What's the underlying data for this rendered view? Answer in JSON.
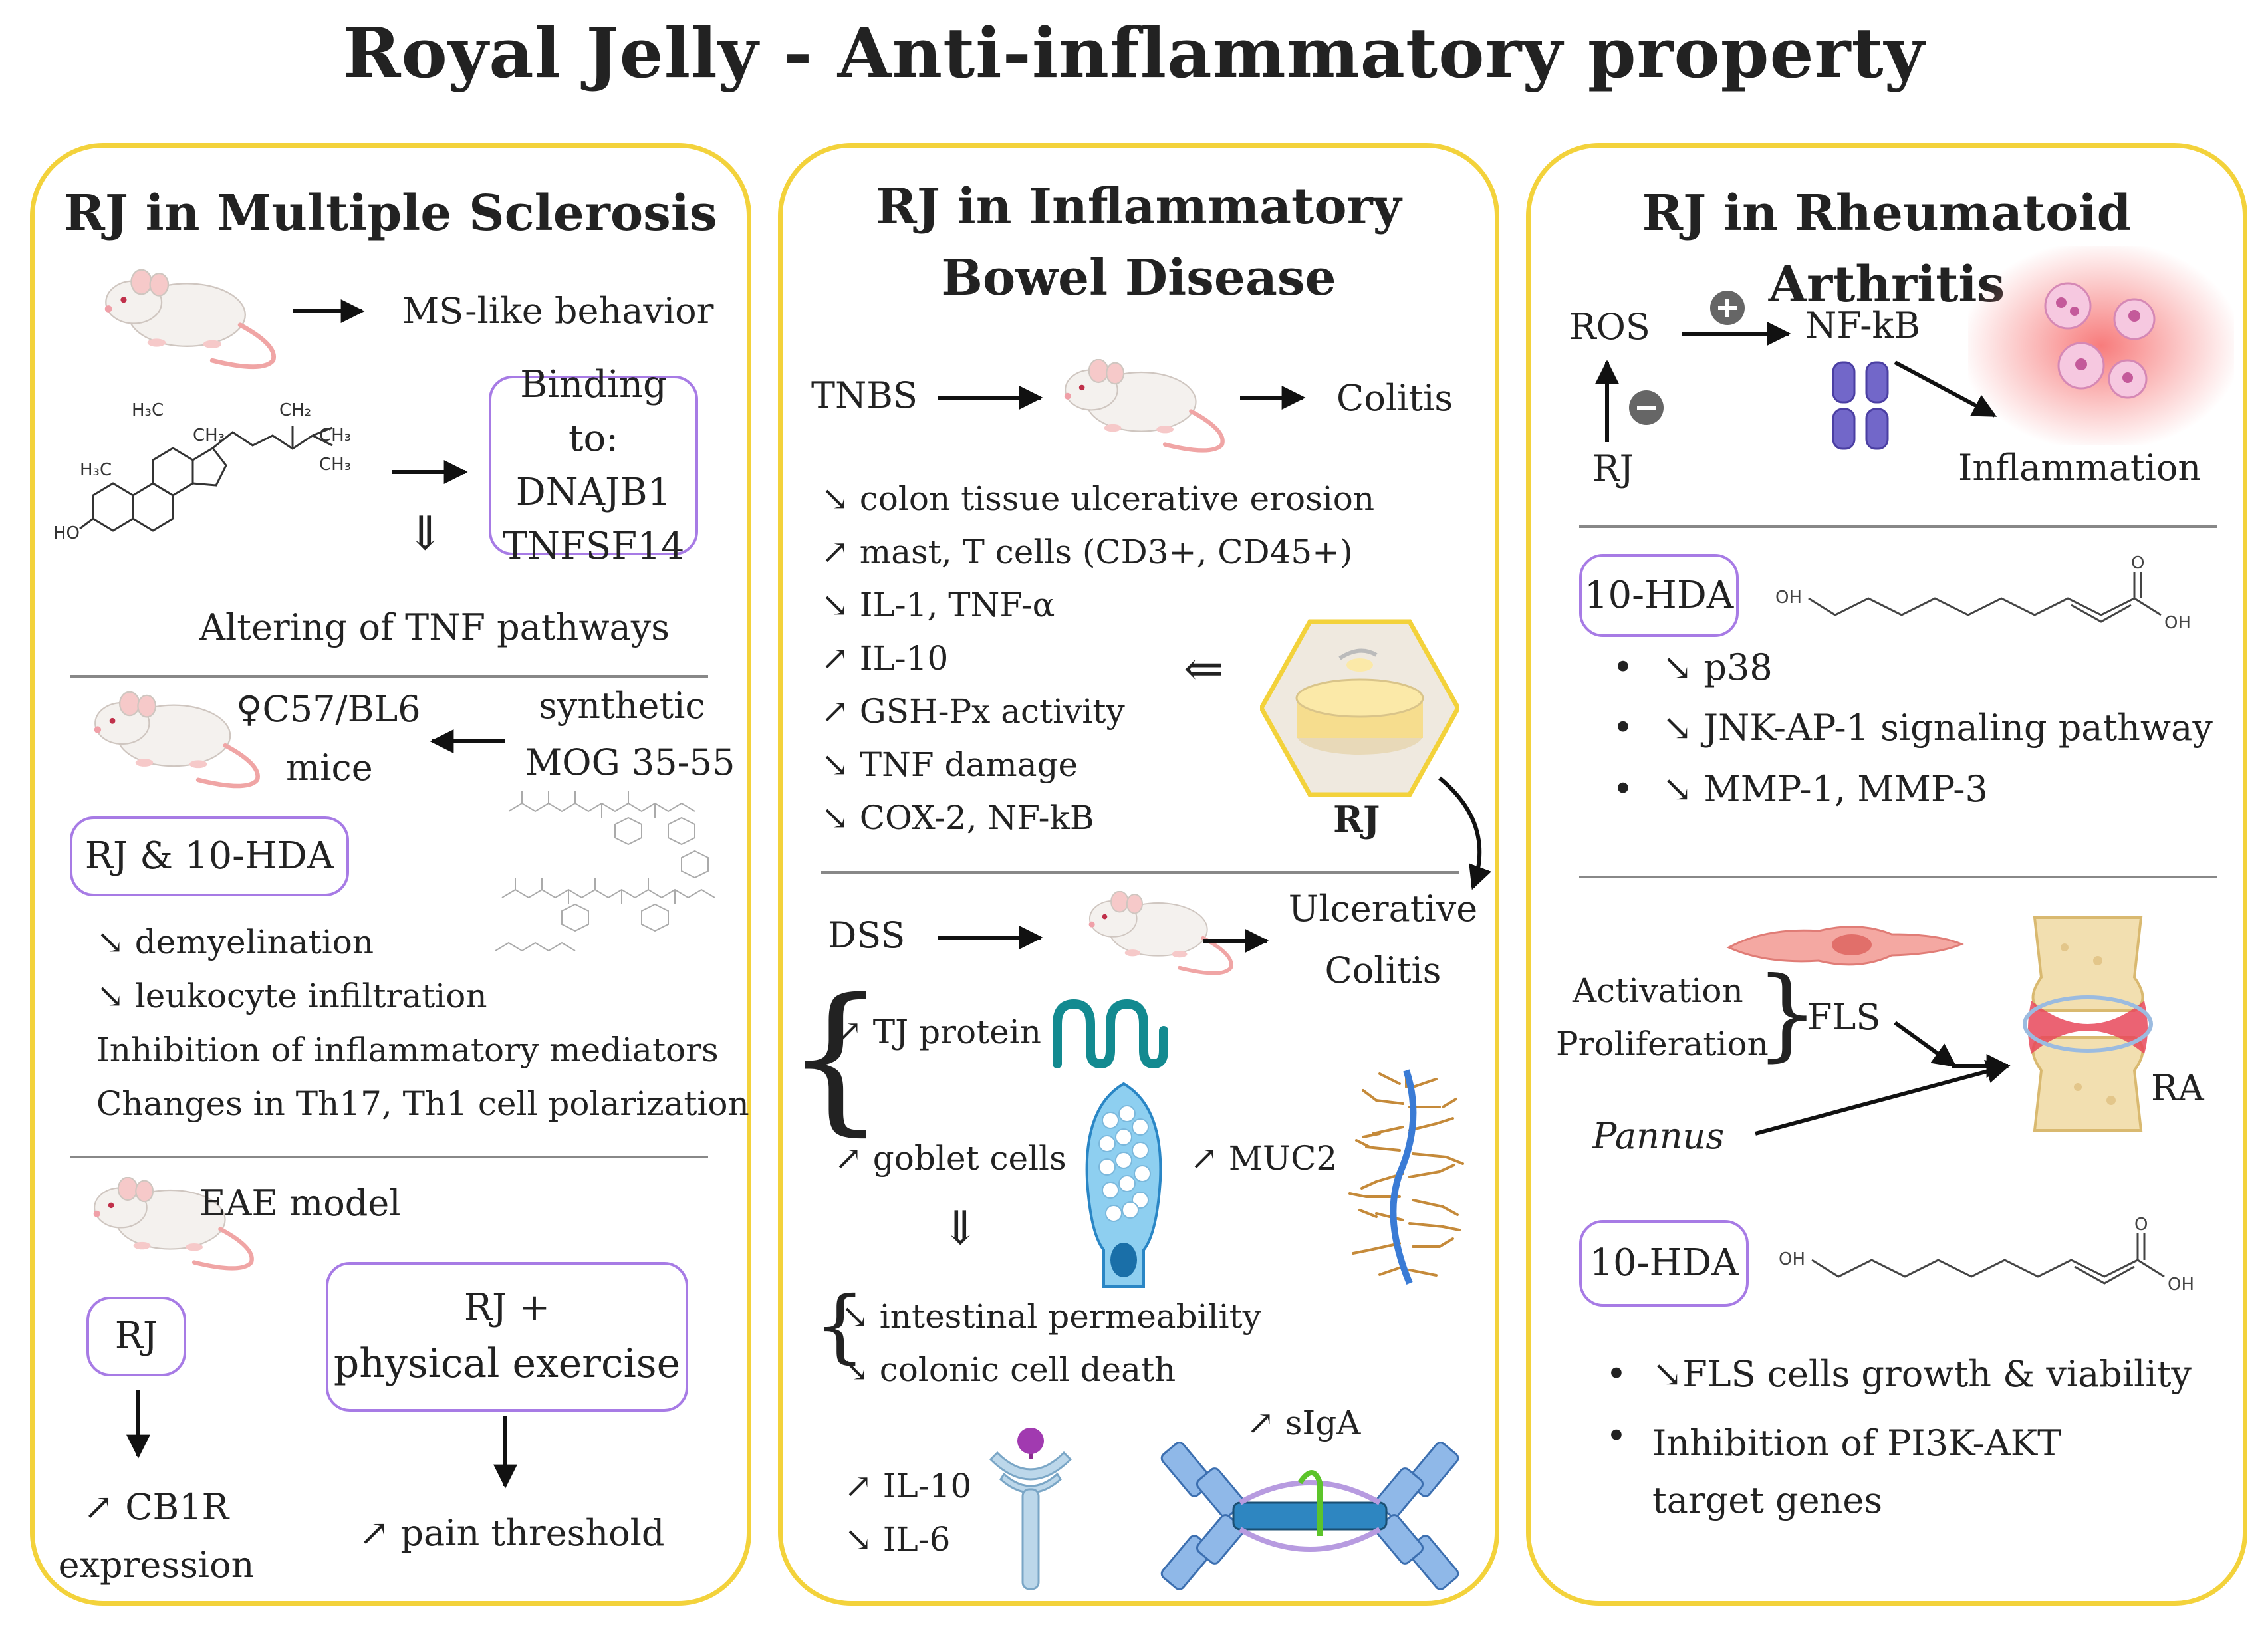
{
  "title": "Royal Jelly - Anti-inflammatory property",
  "colors": {
    "panel_border": "#f3d23b",
    "box_border": "#a77be5",
    "arrow": "#111111",
    "divider": "#888888"
  },
  "ms": {
    "title": "RJ in Multiple Sclerosis",
    "behavior": "MS-like behavior",
    "binding": [
      "Binding to:",
      "DNAJB1",
      "TNFSF14"
    ],
    "altering": "Altering of TNF pathways",
    "mice_strain": "♀C57/BL6",
    "mice": "mice",
    "synthetic": "synthetic",
    "mog": "MOG 35-55",
    "rj_hda": "RJ & 10-HDA",
    "effects": [
      "↘ demyelination",
      "↘ leukocyte infiltration",
      "Inhibition of inflammatory mediators",
      "Changes in Th17, Th1 cell polarization"
    ],
    "eae": "EAE model",
    "rj": "RJ",
    "rj_exercise": [
      "RJ +",
      "physical exercise"
    ],
    "cb1r": [
      "↗ CB1R",
      "expression"
    ],
    "pain": "↗ pain threshold",
    "chem_labels": [
      "H₃C",
      "CH₂",
      "CH₃",
      "CH₃",
      "H₃C",
      "CH₃",
      "HO"
    ]
  },
  "ibd": {
    "title_lines": [
      "RJ in Inflammatory",
      "Bowel Disease"
    ],
    "tnbs": "TNBS",
    "colitis": "Colitis",
    "tnbs_effects": [
      "↘ colon tissue ulcerative erosion",
      "↗ mast, T cells (CD3+, CD45+)",
      "↘ IL-1, TNF-α",
      "↗ IL-10",
      "↗ GSH-Px activity",
      "↘ TNF damage",
      "↘ COX-2, NF-kB"
    ],
    "rj": "RJ",
    "dss": "DSS",
    "ulcerative": [
      "Ulcerative",
      "Colitis"
    ],
    "tj": "↗ TJ protein",
    "goblet": "↗ goblet cells",
    "muc2": "↗ MUC2",
    "barrier": [
      "↘ intestinal permeability",
      "↘ colonic cell death"
    ],
    "siga": "↗ sIgA",
    "il10": "↗ IL-10",
    "il6": "↘ IL-6"
  },
  "ra": {
    "title": "RJ in Rheumatoid Arthritis",
    "ros": "ROS",
    "nfkb": "NF-kB",
    "rj": "RJ",
    "inflammation": "Inflammation",
    "hda1": "10-HDA",
    "hda1_effects": [
      "↘ p38",
      "↘ JNK-AP-1 signaling pathway",
      "↘ MMP-1, MMP-3"
    ],
    "activation": "Activation",
    "proliferation": "Proliferation",
    "fls": "FLS",
    "pannus": "Pannus",
    "ra_label": "RA",
    "hda2": "10-HDA",
    "hda2_effects": [
      "↘FLS cells growth & viability",
      "Inhibition of PI3K-AKT target genes"
    ],
    "chem_oh": "OH",
    "chem_o": "O"
  }
}
